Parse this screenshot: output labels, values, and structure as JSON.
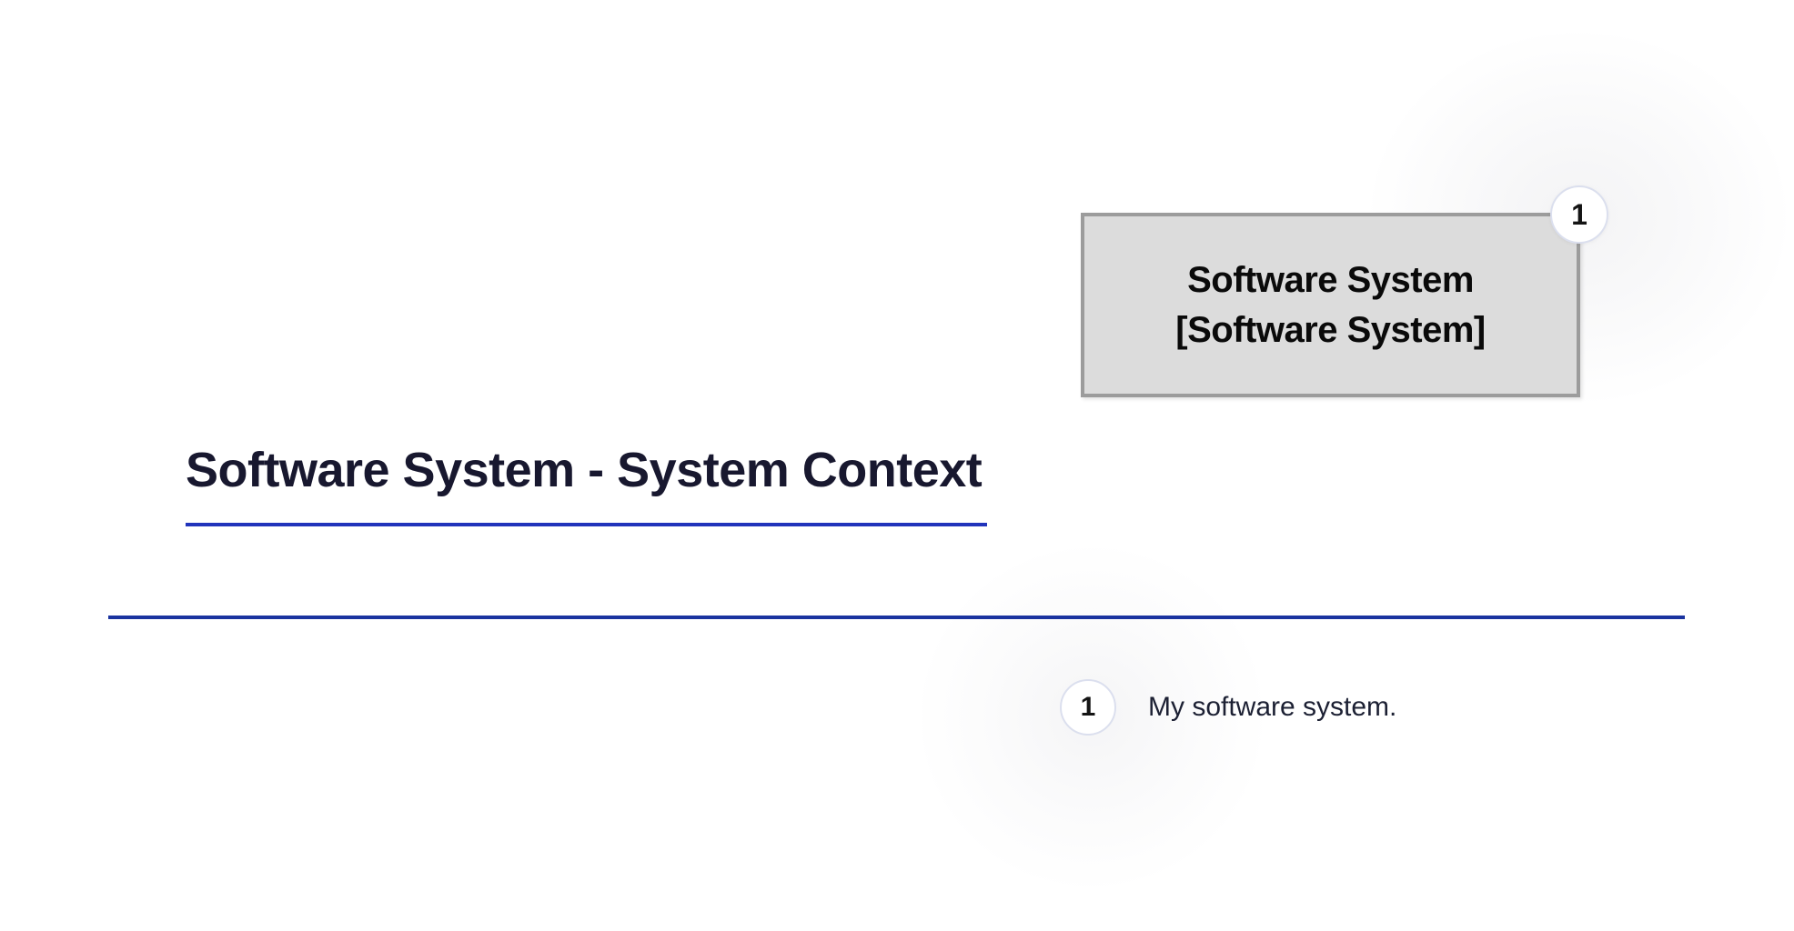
{
  "page": {
    "background_color": "#ffffff"
  },
  "diagram": {
    "title": "Software System - System Context",
    "title_color": "#18182f",
    "title_underline_color": "#2134bb",
    "node": {
      "name": "Software System",
      "type_label": "[Software System]",
      "badge": "1",
      "fill_color": "#dcdcdc",
      "border_color": "#9c9c9c",
      "text_color": "#0a0a0a"
    }
  },
  "divider_color": "#1a339f",
  "legend": {
    "items": [
      {
        "number": "1",
        "description": "My software system."
      }
    ]
  }
}
